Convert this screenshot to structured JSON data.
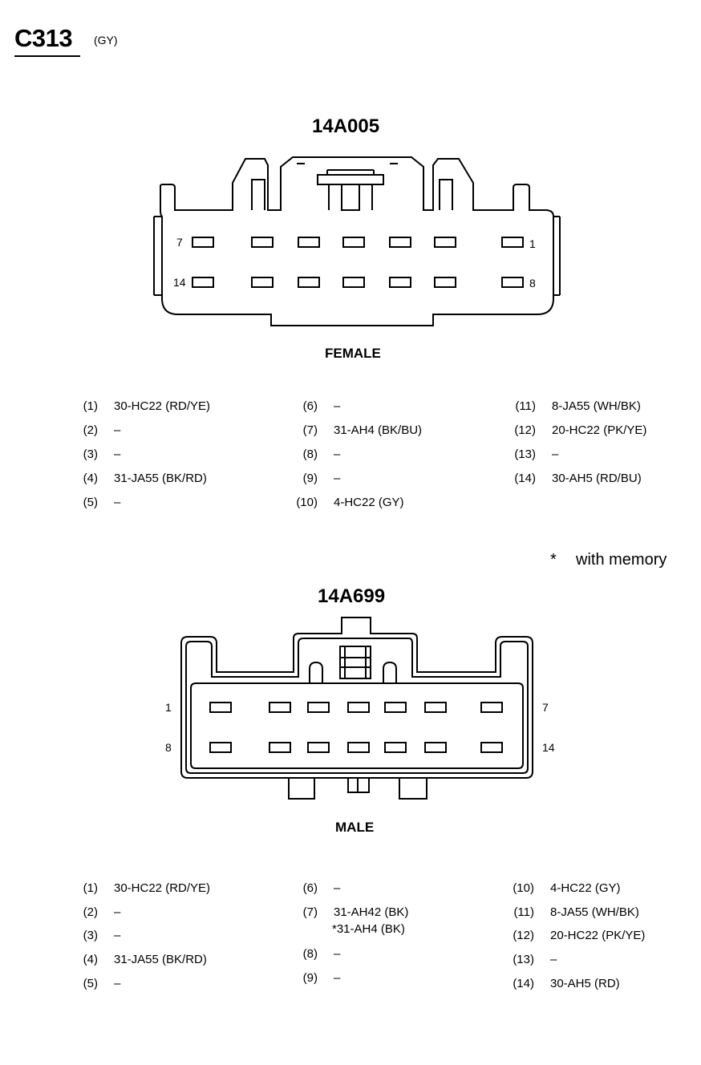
{
  "connector": {
    "id": "C313",
    "color": "(GY)"
  },
  "female": {
    "part_number": "14A005",
    "label": "FEMALE",
    "face_pin_labels": {
      "top_left": "7",
      "top_right": "1",
      "bottom_left": "14",
      "bottom_right": "8"
    },
    "pins": [
      {
        "num": "(1)",
        "wire": "30-HC22 (RD/YE)"
      },
      {
        "num": "(2)",
        "wire": "–"
      },
      {
        "num": "(3)",
        "wire": "–"
      },
      {
        "num": "(4)",
        "wire": "31-JA55 (BK/RD)"
      },
      {
        "num": "(5)",
        "wire": "–"
      },
      {
        "num": "(6)",
        "wire": "–"
      },
      {
        "num": "(7)",
        "wire": "31-AH4 (BK/BU)"
      },
      {
        "num": "(8)",
        "wire": "–"
      },
      {
        "num": "(9)",
        "wire": "–"
      },
      {
        "num": "(10)",
        "wire": "4-HC22 (GY)"
      },
      {
        "num": "(11)",
        "wire": "8-JA55 (WH/BK)"
      },
      {
        "num": "(12)",
        "wire": "20-HC22 (PK/YE)"
      },
      {
        "num": "(13)",
        "wire": "–"
      },
      {
        "num": "(14)",
        "wire": "30-AH5 (RD/BU)"
      }
    ]
  },
  "note": {
    "symbol": "*",
    "text": "with memory"
  },
  "male": {
    "part_number": "14A699",
    "label": "MALE",
    "face_pin_labels": {
      "top_left": "1",
      "top_right": "7",
      "bottom_left": "8",
      "bottom_right": "14"
    },
    "pins": [
      {
        "num": "(1)",
        "wire": "30-HC22 (RD/YE)"
      },
      {
        "num": "(2)",
        "wire": "–"
      },
      {
        "num": "(3)",
        "wire": "–"
      },
      {
        "num": "(4)",
        "wire": "31-JA55 (BK/RD)"
      },
      {
        "num": "(5)",
        "wire": "–"
      },
      {
        "num": "(6)",
        "wire": "–"
      },
      {
        "num": "(7)",
        "wire": "31-AH42 (BK)",
        "wire_alt": "*31-AH4 (BK)"
      },
      {
        "num": "(8)",
        "wire": "–"
      },
      {
        "num": "(9)",
        "wire": "–"
      },
      {
        "num": "(10)",
        "wire": "4-HC22 (GY)"
      },
      {
        "num": "(11)",
        "wire": "8-JA55 (WH/BK)"
      },
      {
        "num": "(12)",
        "wire": "20-HC22 (PK/YE)"
      },
      {
        "num": "(13)",
        "wire": "–"
      },
      {
        "num": "(14)",
        "wire": "30-AH5 (RD)"
      }
    ]
  }
}
